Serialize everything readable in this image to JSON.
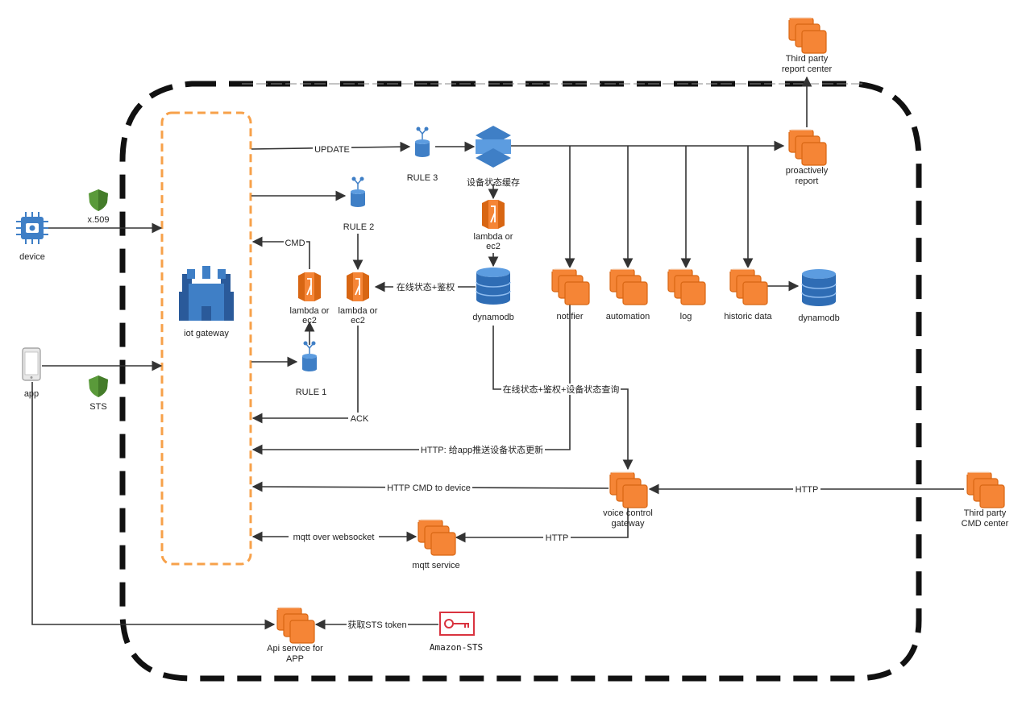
{
  "nodes": {
    "device": "device",
    "x509": "x.509",
    "app": "app",
    "sts": "STS",
    "iot_gateway": "iot gateway",
    "rule1": "RULE 1",
    "rule2": "RULE 2",
    "rule3": "RULE 3",
    "lambda_a": "lambda or ec2",
    "lambda_b": "lambda or ec2",
    "lambda_c": "lambda or ec2",
    "device_cache": "设备状态缓存",
    "dynamodb_main": "dynamodb",
    "notifier": "notifier",
    "automation": "automation",
    "log": "log",
    "historic_data": "historic data",
    "dynamodb_hist": "dynamodb",
    "proactively_report": "proactively report",
    "third_party_report": "Third party report center",
    "voice_control_gateway": "voice control gateway",
    "third_party_cmd": "Third party CMD center",
    "mqtt_service": "mqtt service",
    "api_service": "Api service for APP",
    "amazon_sts": "Amazon-STS"
  },
  "edges": {
    "update": "UPDATE",
    "cmd": "CMD",
    "ack": "ACK",
    "online_auth": "在线状态+鉴权",
    "online_auth_query": "在线状态+鉴权+设备状态查询",
    "http_push": "HTTP: 给app推送设备状态更新",
    "http_cmd": "HTTP CMD to device",
    "http_third": "HTTP",
    "http_mqtt": "HTTP",
    "mqtt_ws": "mqtt over websocket",
    "get_sts": "获取STS token"
  },
  "colors": {
    "aws_orange": "#f58536",
    "aws_orange_dark": "#d86613",
    "aws_blue": "#3f7fc6",
    "aws_blue_dark": "#2a5a9a",
    "shield_green": "#5a9a3a",
    "gateway_border": "#f7a14a",
    "sts_red": "#d9333f"
  }
}
